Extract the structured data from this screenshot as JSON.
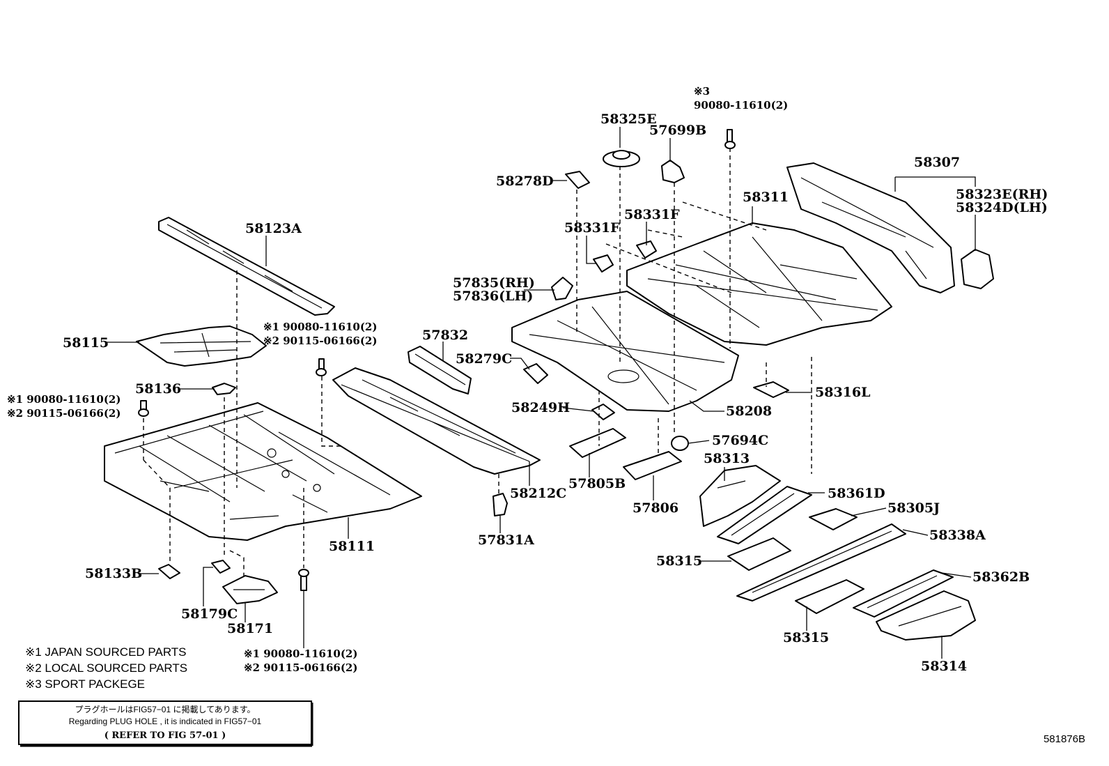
{
  "labels": {
    "l58325E": "58325E",
    "l57699B": "57699B",
    "l58278D": "58278D",
    "l58331F_a": "58331F",
    "l58331F_b": "58331F",
    "l58311": "58311",
    "l58307": "58307",
    "l58323E": "58323E(RH)",
    "l58324D": "58324D(LH)",
    "l58123A": "58123A",
    "l57835": "57835(RH)",
    "l57836": "57836(LH)",
    "l57832": "57832",
    "l58279C": "58279C",
    "l58115": "58115",
    "l58136": "58136",
    "l58249H": "58249H",
    "l58208": "58208",
    "l58316L": "58316L",
    "l57694C": "57694C",
    "l58313": "58313",
    "l57805B": "57805B",
    "l58212C": "58212C",
    "l57806": "57806",
    "l58361D": "58361D",
    "l58305J": "58305J",
    "l57831A": "57831A",
    "l58111": "58111",
    "l58338A": "58338A",
    "l58315_a": "58315",
    "l58362B": "58362B",
    "l58133B": "58133B",
    "l58179C": "58179C",
    "l58171": "58171",
    "l58315_b": "58315",
    "l58314": "58314"
  },
  "fasteners": {
    "top_mark": "※3",
    "top_part": "90080-11610(2)",
    "mid_1": "※1 90080-11610(2)",
    "mid_2": "※2 90115-06166(2)",
    "left_1": "※1 90080-11610(2)",
    "left_2": "※2 90115-06166(2)",
    "bottom_1": "※1 90080-11610(2)",
    "bottom_2": "※2 90115-06166(2)"
  },
  "legend": {
    "line1": "※1 JAPAN SOURCED PARTS",
    "line2": "※2 LOCAL SOURCED PARTS",
    "line3": "※3 SPORT PACKEGE"
  },
  "notice": {
    "japanese": "プラグホールはFIG57−01 に掲載してあります。",
    "english": "Regarding  PLUG HOLE , it is indicated  in  FIG57−01",
    "refer": "( REFER TO FIG 57-01 )"
  },
  "figure_id": "581876B"
}
